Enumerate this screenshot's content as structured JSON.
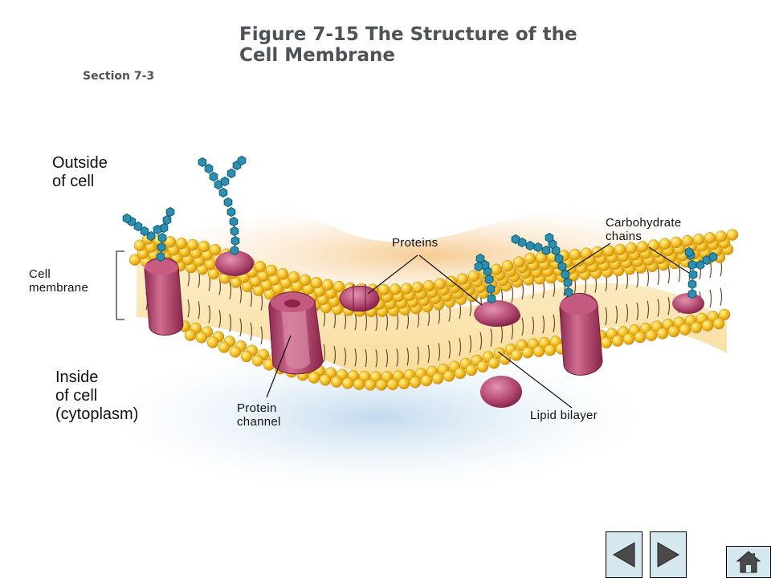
{
  "slide": {
    "title_line1": "Figure 7-15 The Structure of the",
    "title_line2": "Cell Membrane",
    "section": "Section 7-3"
  },
  "labels": {
    "outside_line1": "Outside",
    "outside_line2": "of cell",
    "inside_line1": "Inside",
    "inside_line2": "of cell",
    "inside_line3": "(cytoplasm)",
    "cell_membrane_line1": "Cell",
    "cell_membrane_line2": "membrane",
    "proteins": "Proteins",
    "carbohydrate_line1": "Carbohydrate",
    "carbohydrate_line2": "chains",
    "protein_channel_line1": "Protein",
    "protein_channel_line2": "channel",
    "lipid_bilayer": "Lipid bilayer"
  },
  "navigation": {
    "previous_icon": "triangle-left-icon",
    "next_icon": "triangle-right-icon",
    "home_icon": "house-icon"
  },
  "colors": {
    "lipid_head": "#f2b91d",
    "protein": "#b8456f",
    "carbohydrate": "#2b8fb0",
    "bilayer_core": "#fbe4ad",
    "outside_glow": "#f7cf95",
    "inside_glow": "#c7ddef",
    "title_text": "#4d5358",
    "nav_button": "#d5e7ef"
  }
}
